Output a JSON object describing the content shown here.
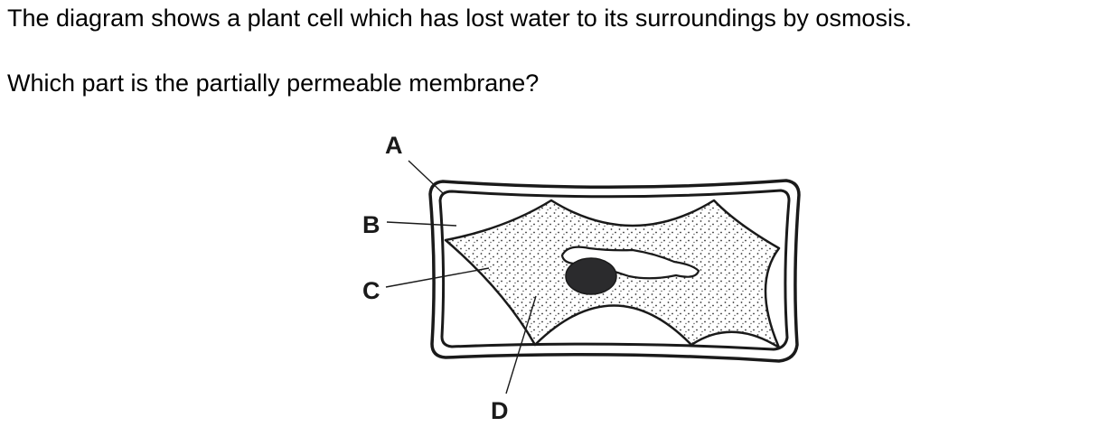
{
  "question": {
    "intro": "The diagram shows a plant cell which has lost water to its surroundings by osmosis.",
    "prompt": "Which part is the partially permeable membrane?"
  },
  "diagram": {
    "labels": {
      "a": "A",
      "b": "B",
      "c": "C",
      "d": "D"
    }
  }
}
